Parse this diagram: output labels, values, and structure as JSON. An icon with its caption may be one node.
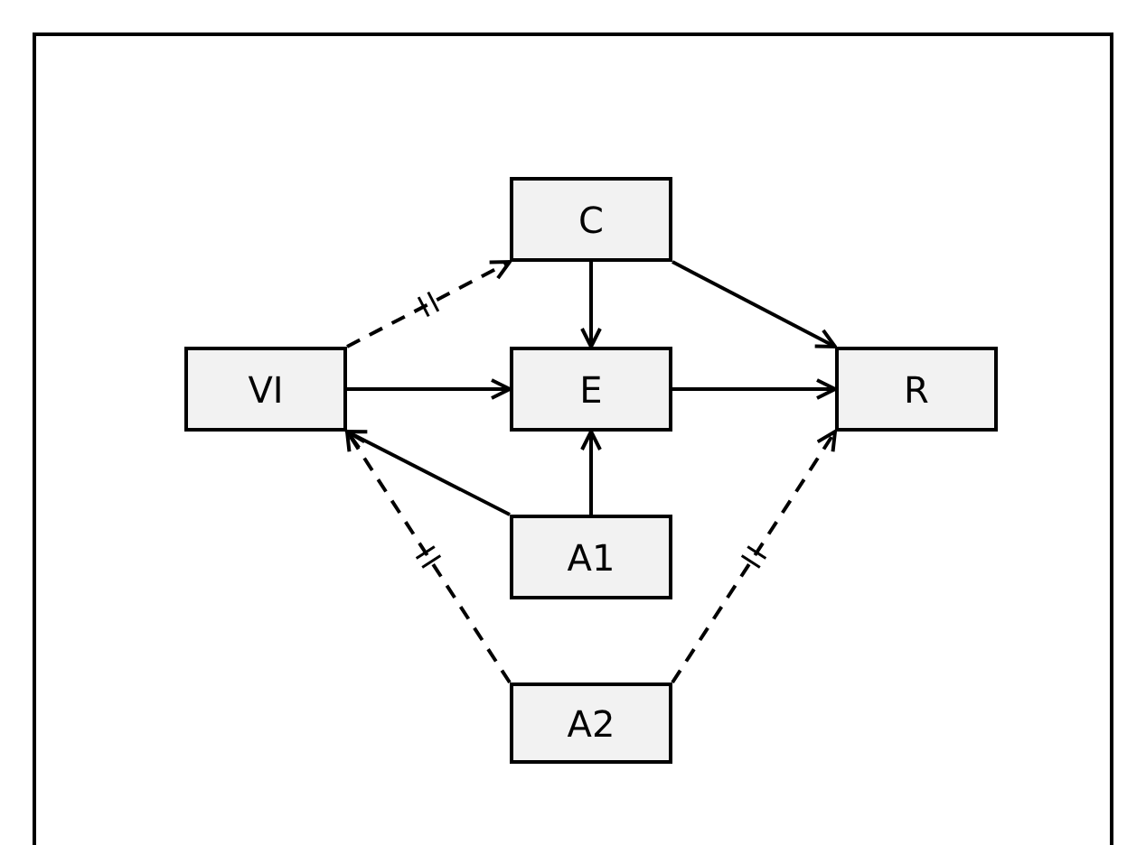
{
  "diagram": {
    "nodes": [
      {
        "text": [
          "C"
        ]
      },
      {
        "text": [
          "VI"
        ]
      },
      {
        "text": [
          "E"
        ]
      },
      {
        "text": [
          "R"
        ]
      },
      {
        "text": [
          "A1"
        ]
      },
      {
        "text": [
          "A2"
        ]
      }
    ],
    "edges": [
      {
        "from": 1,
        "to": 0,
        "arrow": "to",
        "style": "dashed"
      },
      {
        "from": 0,
        "to": 2,
        "arrow": "to"
      },
      {
        "from": 0,
        "to": 3,
        "arrow": "to"
      },
      {
        "from": 1,
        "to": 2,
        "arrow": "to"
      },
      {
        "from": 2,
        "to": 3,
        "arrow": "to"
      },
      {
        "from": 4,
        "to": 1,
        "arrow": "to"
      },
      {
        "from": 4,
        "to": 2,
        "arrow": "to"
      },
      {
        "from": 5,
        "to": 1,
        "arrow": "to",
        "style": "dashed"
      },
      {
        "from": 5,
        "to": 3,
        "arrow": "to",
        "style": "dashed"
      }
    ]
  }
}
